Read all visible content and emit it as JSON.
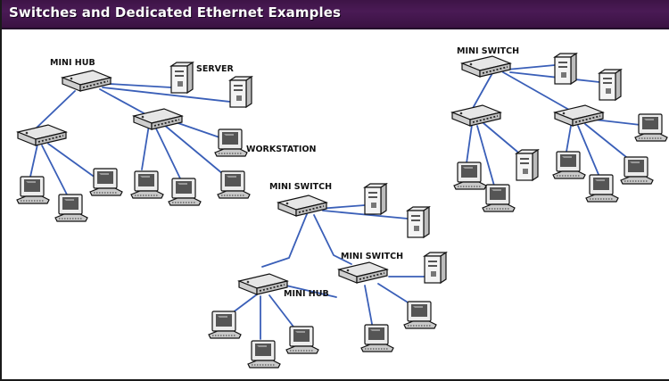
{
  "title": "Switches and Dedicated Ethernet Examples",
  "link_color": "#3a5fb8",
  "labels": {
    "mini_hub_top": "MINI HUB",
    "server": "SERVER",
    "workstation": "WORKSTATION",
    "mini_switch_right": "MINI SWITCH",
    "mini_switch_center": "MINI SWITCH",
    "mini_switch_lower": "MINI SWITCH",
    "mini_hub_lower": "MINI HUB"
  },
  "icons": {
    "hub": "network-hub-icon",
    "switch": "network-switch-icon",
    "server": "server-tower-icon",
    "workstation": "computer-monitor-icon"
  }
}
